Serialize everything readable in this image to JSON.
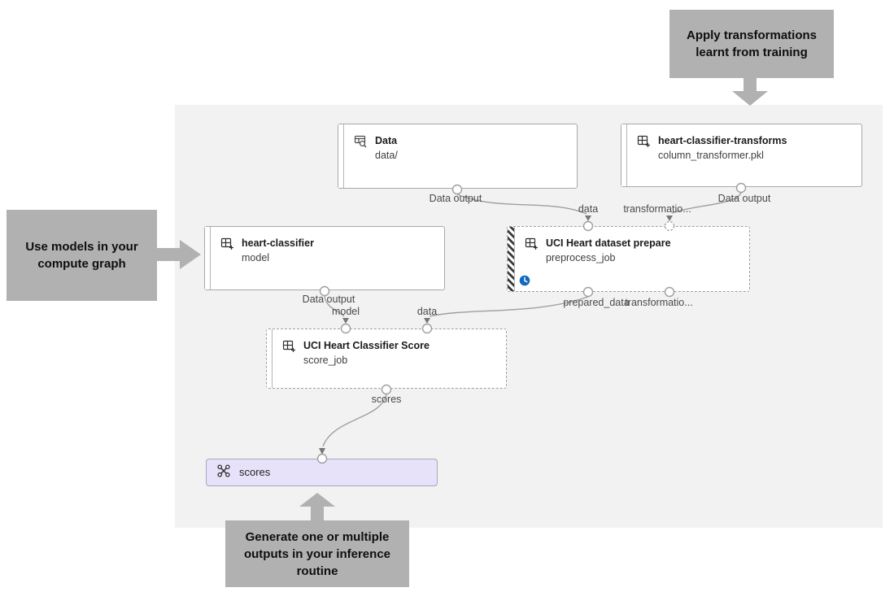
{
  "callouts": [
    {
      "id": "apply-transformations",
      "text": "Apply transformations learnt from training"
    },
    {
      "id": "use-models",
      "text": "Use models in your compute graph"
    },
    {
      "id": "generate-outputs",
      "text": "Generate one or multiple outputs in your inference routine"
    }
  ],
  "nodes": [
    {
      "id": "data",
      "title": "Data",
      "subtitle": "data/",
      "icon": "data-preview-icon"
    },
    {
      "id": "transforms",
      "title": "heart-classifier-transforms",
      "subtitle": "column_transformer.pkl",
      "icon": "component-grid-icon"
    },
    {
      "id": "classifier",
      "title": "heart-classifier",
      "subtitle": "model",
      "icon": "component-grid-icon"
    },
    {
      "id": "prepare",
      "title": "UCI Heart dataset prepare",
      "subtitle": "preprocess_job",
      "icon": "component-grid-icon",
      "status_icon": "clock-icon"
    },
    {
      "id": "score",
      "title": "UCI Heart Classifier Score",
      "subtitle": "score_job",
      "icon": "component-grid-icon"
    },
    {
      "id": "scores-output",
      "title": "scores",
      "icon": "pipeline-output-icon"
    }
  ],
  "port_labels": {
    "data_output": "Data output",
    "data": "data",
    "transformations_truncated": "transformatio...",
    "model": "model",
    "prepared_data": "prepared_data",
    "scores": "scores"
  },
  "colors": {
    "canvas_bg": "#f2f2f2",
    "callout_bg": "#b1b1b1",
    "node_border": "#a8a8a8",
    "edge": "#9f9f9f",
    "scores_node_bg": "#e7e1f9",
    "scores_node_border": "#aba5bb",
    "clock_blue": "#1168bd"
  }
}
